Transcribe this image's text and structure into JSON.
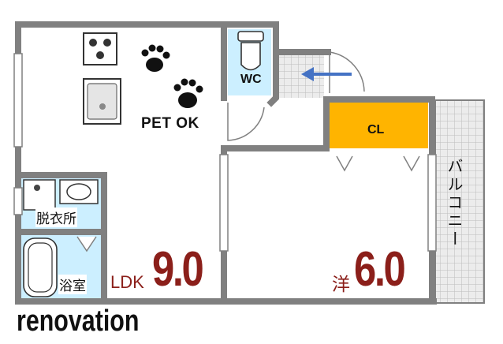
{
  "labels": {
    "pet_ok": "PET OK",
    "toilet": "WC",
    "closet": "CL",
    "dressing_room": "脱衣所",
    "bathroom": "浴室",
    "ldk_unit": "LDK",
    "ldk_size": "9.0",
    "western_room_unit": "洋",
    "western_room_size": "6.0",
    "balcony": "バルコニー",
    "caption": "renovation"
  },
  "icons": [
    "paw-icon",
    "stove-icon",
    "sink-icon",
    "toilet-icon",
    "washbasin-icon",
    "washing-machine-icon",
    "bathtub-icon",
    "arrow-left-icon"
  ],
  "colors": {
    "wall": "#808080",
    "wet_area": "#ccefff",
    "closet_fill": "#ffb400",
    "tile_fill": "#e6e6e6",
    "area_text": "#8b1f1a",
    "arrow": "#4472c4"
  }
}
